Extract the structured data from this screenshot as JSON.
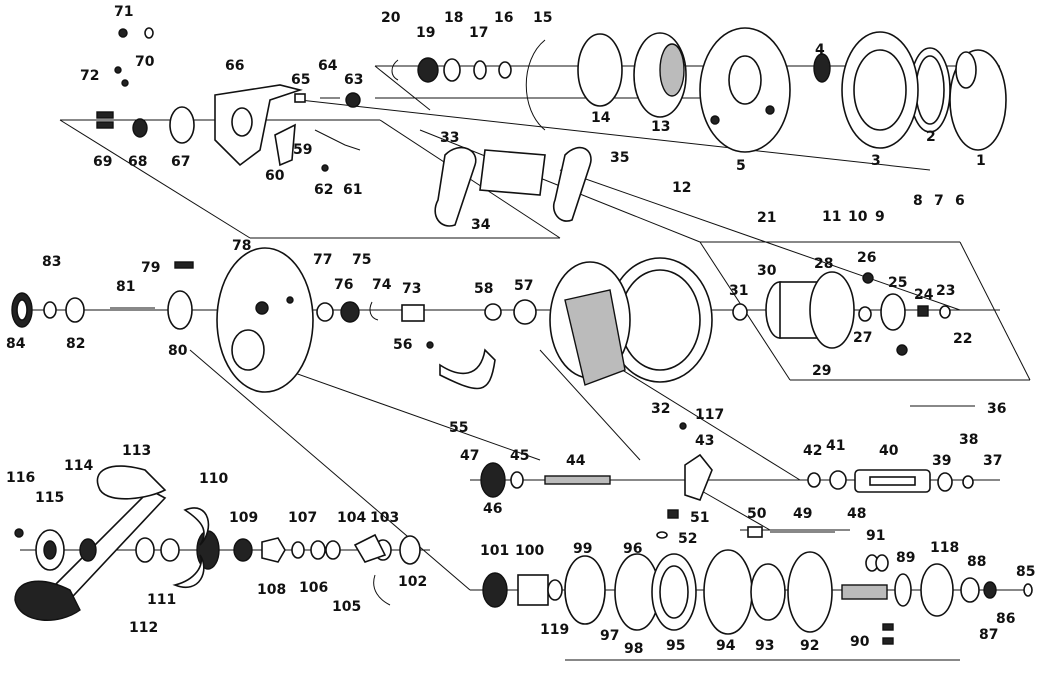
{
  "diagram": {
    "callouts": [
      "1",
      "2",
      "3",
      "4",
      "5",
      "6",
      "7",
      "8",
      "9",
      "10",
      "11",
      "12",
      "13",
      "14",
      "15",
      "16",
      "17",
      "18",
      "19",
      "20",
      "21",
      "22",
      "23",
      "24",
      "25",
      "26",
      "27",
      "28",
      "29",
      "30",
      "31",
      "32",
      "33",
      "34",
      "35",
      "36",
      "37",
      "38",
      "39",
      "40",
      "41",
      "42",
      "43",
      "44",
      "45",
      "46",
      "47",
      "48",
      "49",
      "50",
      "51",
      "52",
      "55",
      "56",
      "57",
      "58",
      "59",
      "60",
      "61",
      "62",
      "63",
      "64",
      "65",
      "66",
      "67",
      "68",
      "69",
      "70",
      "71",
      "72",
      "73",
      "74",
      "75",
      "76",
      "77",
      "78",
      "79",
      "80",
      "81",
      "82",
      "83",
      "84",
      "85",
      "86",
      "87",
      "88",
      "89",
      "90",
      "91",
      "92",
      "93",
      "94",
      "95",
      "96",
      "97",
      "98",
      "99",
      "100",
      "101",
      "102",
      "103",
      "104",
      "105",
      "106",
      "107",
      "108",
      "109",
      "110",
      "111",
      "112",
      "113",
      "114",
      "115",
      "116",
      "117",
      "118",
      "119"
    ]
  }
}
